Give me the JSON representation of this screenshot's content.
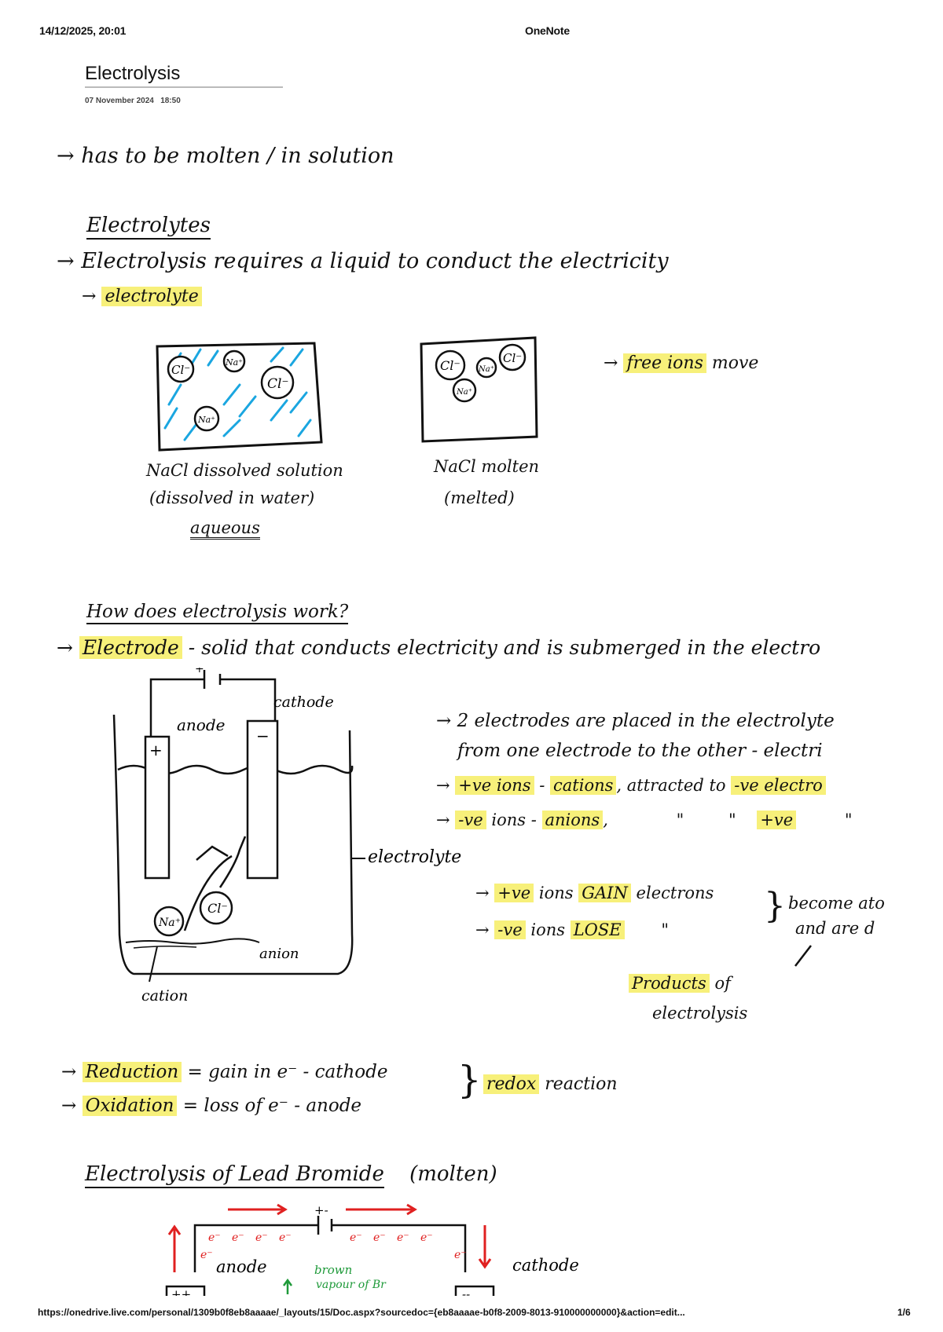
{
  "print_header": {
    "datetime": "14/12/2025, 20:01",
    "app_name": "OneNote"
  },
  "page": {
    "title": "Electrolysis",
    "date": "07 November 2024",
    "time": "18:50"
  },
  "notes": {
    "line1": "→ has to be molten / in solution",
    "electrolytes_heading": "Electrolytes",
    "requires_line": "→ Electrolysis requires a liquid to conduct the electricity",
    "electrolyte_arrow": "→",
    "electrolyte_word": "electrolyte",
    "fig1": {
      "ions": [
        "Cl⁻",
        "Na⁺",
        "Cl⁻",
        "Na⁺"
      ],
      "caption": [
        "NaCl dissolved solution",
        "(dissolved in water)",
        "aqueous"
      ]
    },
    "fig2": {
      "ions": [
        "Cl⁻",
        "Na⁺",
        "Cl⁻",
        "Na⁺"
      ],
      "caption": [
        "NaCl molten",
        "(melted)"
      ]
    },
    "free_ions": {
      "arrow": "→",
      "highlight": "free ions",
      "rest": "move"
    }
  },
  "how": {
    "heading": "How does electrolysis work?",
    "electrode_word": "Electrode",
    "electrode_def": "- solid that conducts electricity and is submerged in the electro",
    "diagram": {
      "anode": "anode",
      "cathode": "cathode",
      "electrolyte": "electrolyte",
      "cation": "cation",
      "anion": "anion",
      "plus": "+",
      "minus": "−",
      "ion1": "Na⁺",
      "ion2": "Cl⁻"
    },
    "r1": "→ 2 electrodes are placed in the electrolyte",
    "r2": "from one electrode to the other - electri",
    "r3": {
      "arrow": "→",
      "h1": "+ve ions",
      "dash": "-",
      "h2": "cations",
      "mid": ", attracted to",
      "h3": "-ve electro"
    },
    "r4": {
      "arrow": "→",
      "h1": "-ve",
      "mid": "ions -",
      "h2": "anions",
      "comma": ",",
      "dq1": "\"",
      "dq2": "\"",
      "h3": "+ve",
      "dq3": "\""
    },
    "r5": {
      "arrow": "→",
      "h1": "+ve",
      "mid": "ions",
      "h2": "GAIN",
      "rest": "electrons"
    },
    "r6": {
      "arrow": "→",
      "h1": "-ve",
      "mid": "ions",
      "h2": "LOSE",
      "dq": "\""
    },
    "brace_text": [
      "become ato",
      "and are d"
    ],
    "products_word": "Products",
    "products_rest": "of",
    "products_line2": "electrolysis"
  },
  "redox": {
    "reduction_word": "Reduction",
    "reduction_rest": "= gain in e⁻ - cathode",
    "oxidation_word": "Oxidation",
    "oxidation_rest": "= loss of e⁻ - anode",
    "redox_word": "redox",
    "reaction_word": "reaction"
  },
  "lead": {
    "heading": "Electrolysis of Lead Bromide",
    "qualifier": "(molten)",
    "anode": "anode",
    "cathode": "cathode",
    "brown": "brown",
    "vapour": "vapour of Br",
    "electron": "e⁻",
    "anode_sign": "++",
    "cathode_sign": "--",
    "battery_sign": "+-"
  },
  "print_footer": {
    "url": "https://onedrive.live.com/personal/1309b0f8eb8aaaae/_layouts/15/Doc.aspx?sourcedoc={eb8aaaae-b0f8-2009-8013-910000000000}&action=edit...",
    "page_num": "1/6"
  },
  "colors": {
    "highlight": "#f7f07a",
    "water": "#1aa6e0",
    "red": "#e02020",
    "green": "#1f9a3a"
  }
}
